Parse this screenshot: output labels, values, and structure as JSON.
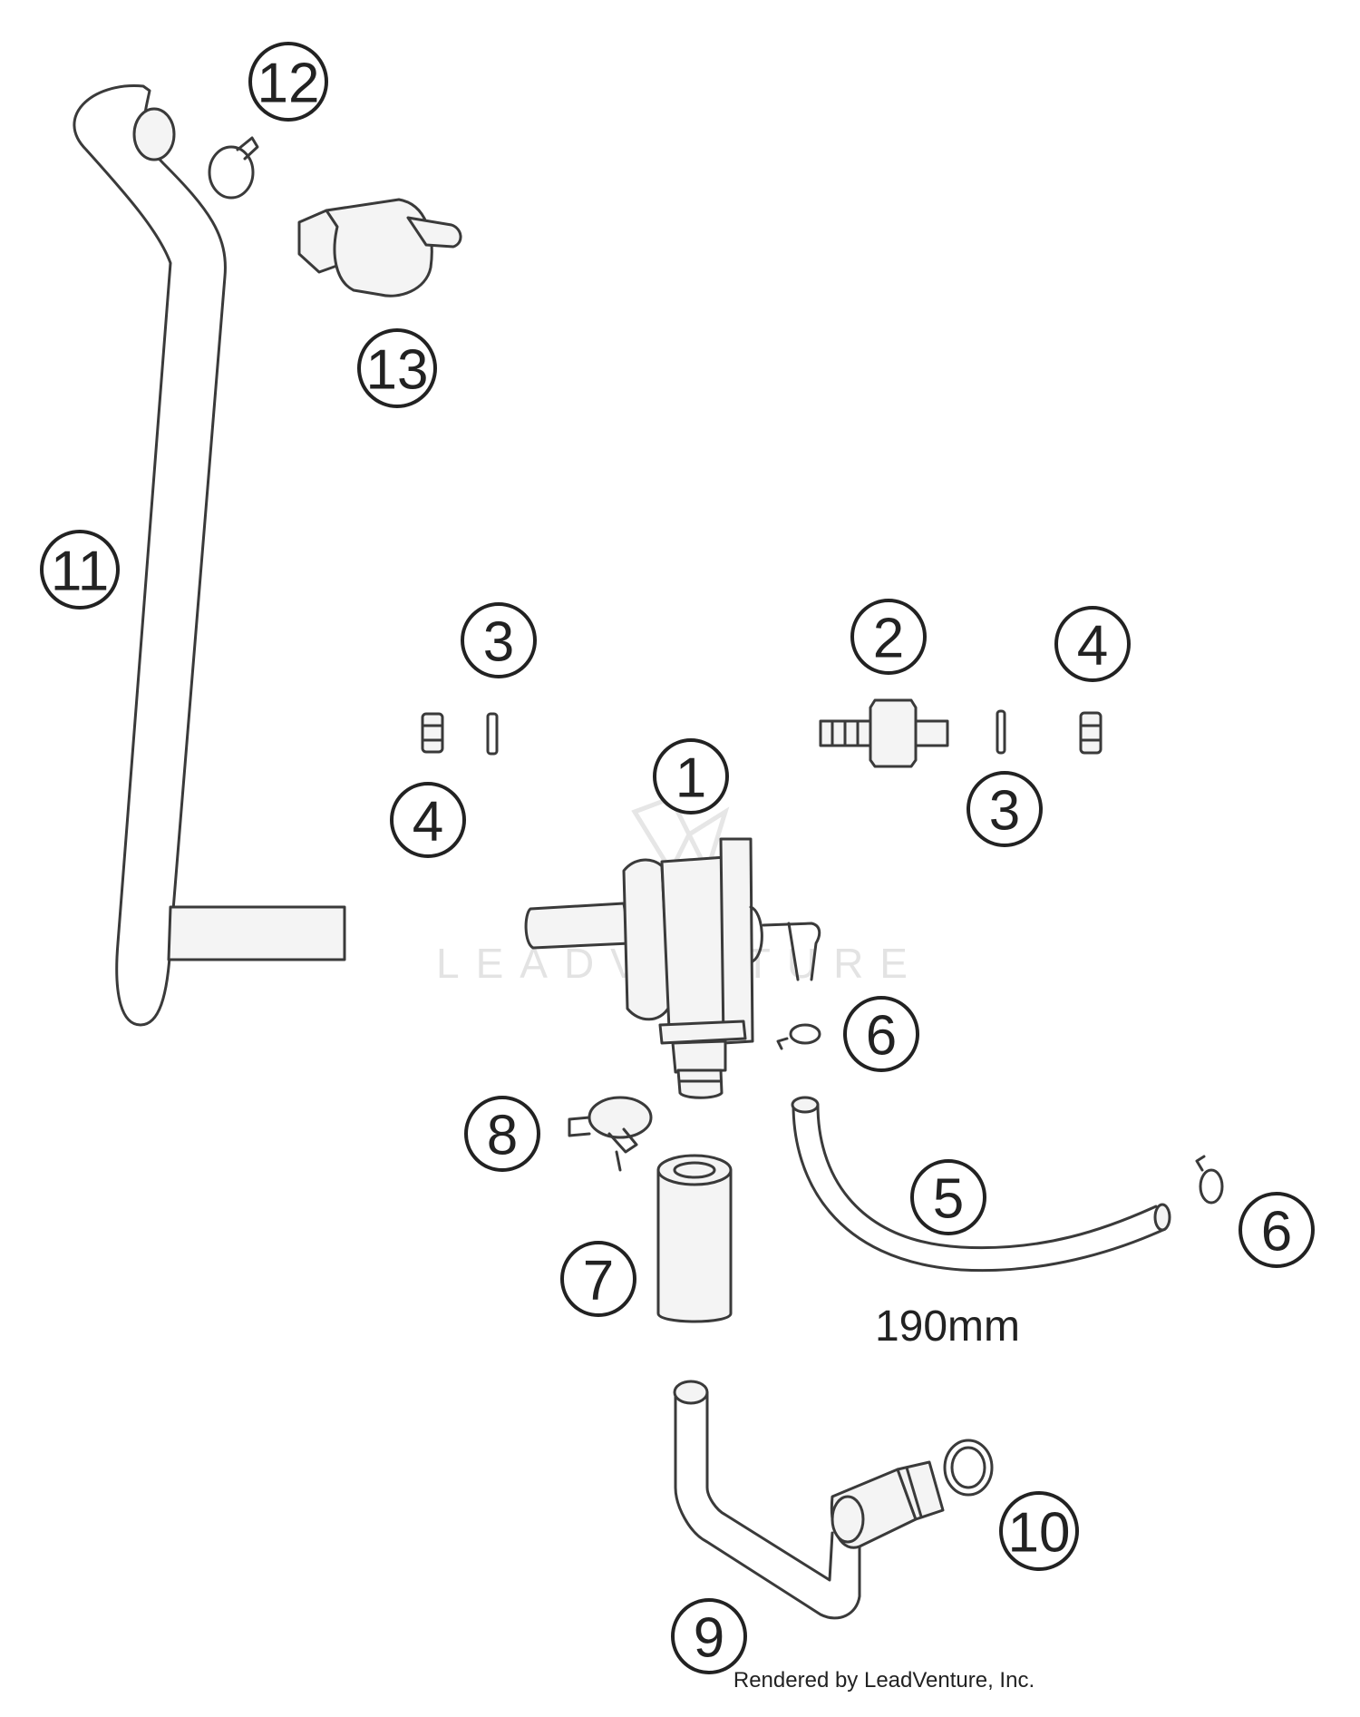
{
  "callouts": [
    {
      "id": "c1",
      "label": "1"
    },
    {
      "id": "c2",
      "label": "2"
    },
    {
      "id": "c3a",
      "label": "3"
    },
    {
      "id": "c3b",
      "label": "3"
    },
    {
      "id": "c4a",
      "label": "4"
    },
    {
      "id": "c4b",
      "label": "4"
    },
    {
      "id": "c5",
      "label": "5"
    },
    {
      "id": "c6a",
      "label": "6"
    },
    {
      "id": "c6b",
      "label": "6"
    },
    {
      "id": "c7",
      "label": "7"
    },
    {
      "id": "c8",
      "label": "8"
    },
    {
      "id": "c9",
      "label": "9"
    },
    {
      "id": "c10",
      "label": "10"
    },
    {
      "id": "c11",
      "label": "11"
    },
    {
      "id": "c12",
      "label": "12"
    },
    {
      "id": "c13",
      "label": "13"
    }
  ],
  "dimension": "190mm",
  "watermark": "LEADVENTURE",
  "credit": "Rendered by LeadVenture, Inc."
}
